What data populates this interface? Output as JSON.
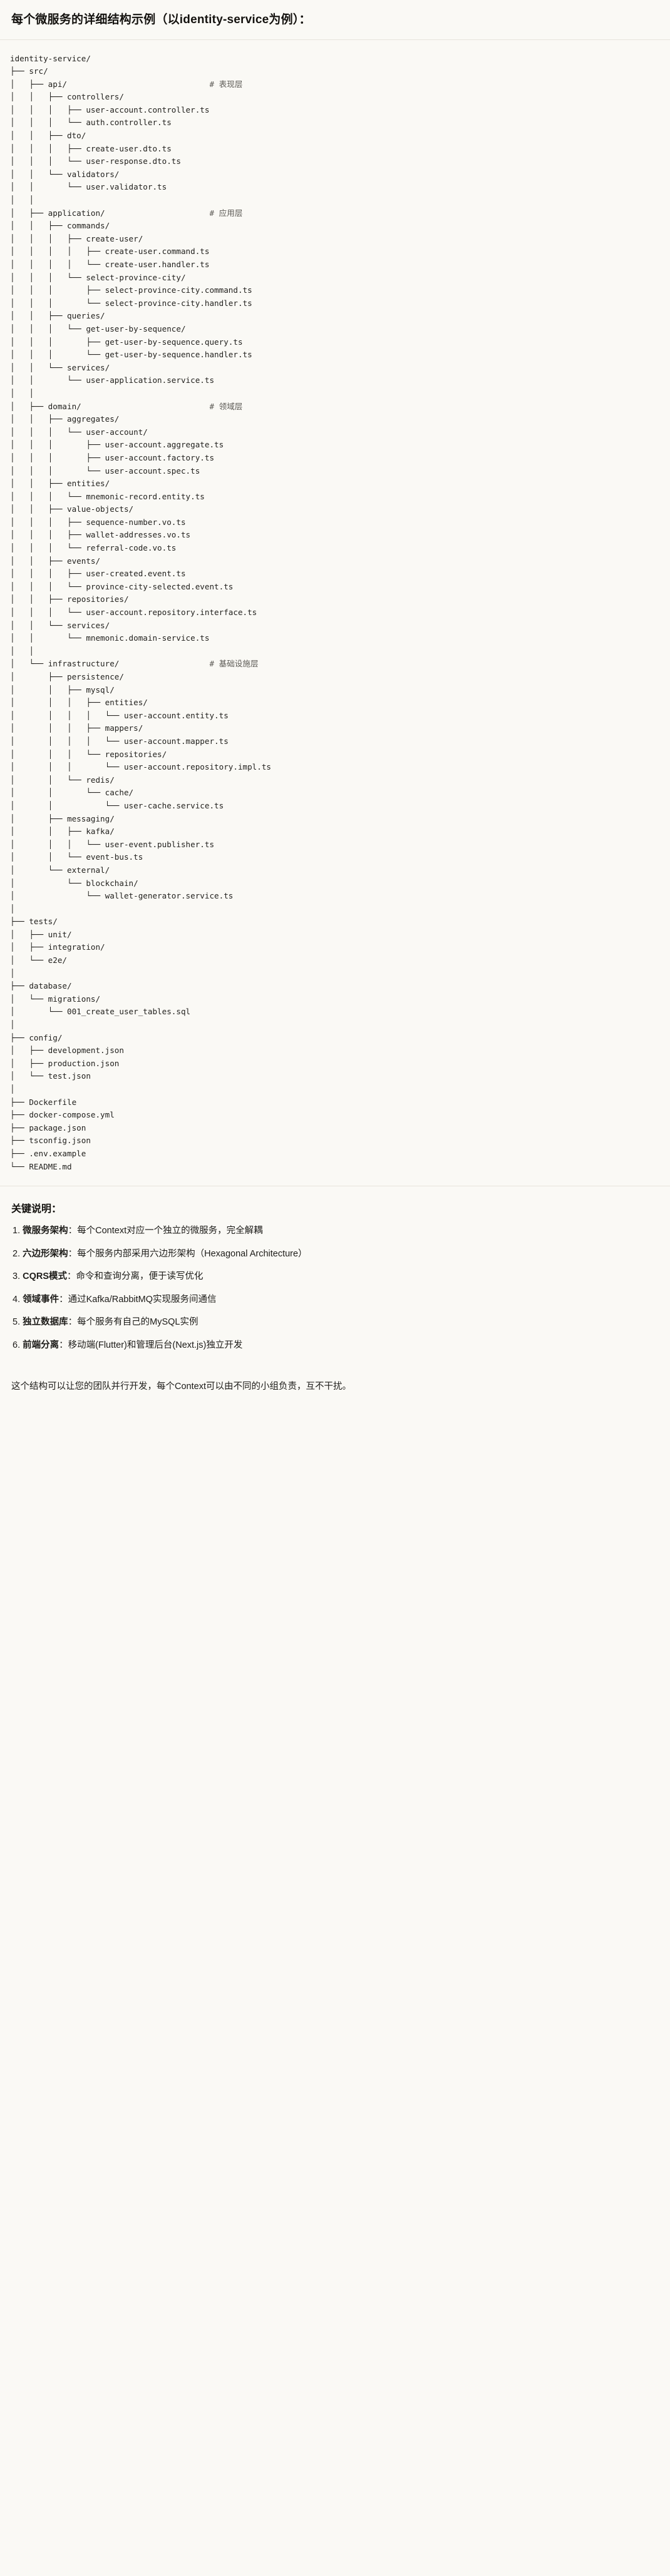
{
  "heading": "每个微服务的详细结构示例（以identity-service为例）：",
  "tree": {
    "lines": [
      {
        "text": "identity-service/",
        "comment": ""
      },
      {
        "text": "├── src/",
        "comment": ""
      },
      {
        "text": "│   ├── api/",
        "comment": "# 表现层"
      },
      {
        "text": "│   │   ├── controllers/",
        "comment": ""
      },
      {
        "text": "│   │   │   ├── user-account.controller.ts",
        "comment": ""
      },
      {
        "text": "│   │   │   └── auth.controller.ts",
        "comment": ""
      },
      {
        "text": "│   │   ├── dto/",
        "comment": ""
      },
      {
        "text": "│   │   │   ├── create-user.dto.ts",
        "comment": ""
      },
      {
        "text": "│   │   │   └── user-response.dto.ts",
        "comment": ""
      },
      {
        "text": "│   │   └── validators/",
        "comment": ""
      },
      {
        "text": "│   │       └── user.validator.ts",
        "comment": ""
      },
      {
        "text": "│   │",
        "comment": ""
      },
      {
        "text": "│   ├── application/",
        "comment": "# 应用层"
      },
      {
        "text": "│   │   ├── commands/",
        "comment": ""
      },
      {
        "text": "│   │   │   ├── create-user/",
        "comment": ""
      },
      {
        "text": "│   │   │   │   ├── create-user.command.ts",
        "comment": ""
      },
      {
        "text": "│   │   │   │   └── create-user.handler.ts",
        "comment": ""
      },
      {
        "text": "│   │   │   └── select-province-city/",
        "comment": ""
      },
      {
        "text": "│   │   │       ├── select-province-city.command.ts",
        "comment": ""
      },
      {
        "text": "│   │   │       └── select-province-city.handler.ts",
        "comment": ""
      },
      {
        "text": "│   │   ├── queries/",
        "comment": ""
      },
      {
        "text": "│   │   │   └── get-user-by-sequence/",
        "comment": ""
      },
      {
        "text": "│   │   │       ├── get-user-by-sequence.query.ts",
        "comment": ""
      },
      {
        "text": "│   │   │       └── get-user-by-sequence.handler.ts",
        "comment": ""
      },
      {
        "text": "│   │   └── services/",
        "comment": ""
      },
      {
        "text": "│   │       └── user-application.service.ts",
        "comment": ""
      },
      {
        "text": "│   │",
        "comment": ""
      },
      {
        "text": "│   ├── domain/",
        "comment": "# 领域层"
      },
      {
        "text": "│   │   ├── aggregates/",
        "comment": ""
      },
      {
        "text": "│   │   │   └── user-account/",
        "comment": ""
      },
      {
        "text": "│   │   │       ├── user-account.aggregate.ts",
        "comment": ""
      },
      {
        "text": "│   │   │       ├── user-account.factory.ts",
        "comment": ""
      },
      {
        "text": "│   │   │       └── user-account.spec.ts",
        "comment": ""
      },
      {
        "text": "│   │   ├── entities/",
        "comment": ""
      },
      {
        "text": "│   │   │   └── mnemonic-record.entity.ts",
        "comment": ""
      },
      {
        "text": "│   │   ├── value-objects/",
        "comment": ""
      },
      {
        "text": "│   │   │   ├── sequence-number.vo.ts",
        "comment": ""
      },
      {
        "text": "│   │   │   ├── wallet-addresses.vo.ts",
        "comment": ""
      },
      {
        "text": "│   │   │   └── referral-code.vo.ts",
        "comment": ""
      },
      {
        "text": "│   │   ├── events/",
        "comment": ""
      },
      {
        "text": "│   │   │   ├── user-created.event.ts",
        "comment": ""
      },
      {
        "text": "│   │   │   └── province-city-selected.event.ts",
        "comment": ""
      },
      {
        "text": "│   │   ├── repositories/",
        "comment": ""
      },
      {
        "text": "│   │   │   └── user-account.repository.interface.ts",
        "comment": ""
      },
      {
        "text": "│   │   └── services/",
        "comment": ""
      },
      {
        "text": "│   │       └── mnemonic.domain-service.ts",
        "comment": ""
      },
      {
        "text": "│   │",
        "comment": ""
      },
      {
        "text": "│   └── infrastructure/",
        "comment": "# 基础设施层"
      },
      {
        "text": "│       ├── persistence/",
        "comment": ""
      },
      {
        "text": "│       │   ├── mysql/",
        "comment": ""
      },
      {
        "text": "│       │   │   ├── entities/",
        "comment": ""
      },
      {
        "text": "│       │   │   │   └── user-account.entity.ts",
        "comment": ""
      },
      {
        "text": "│       │   │   ├── mappers/",
        "comment": ""
      },
      {
        "text": "│       │   │   │   └── user-account.mapper.ts",
        "comment": ""
      },
      {
        "text": "│       │   │   └── repositories/",
        "comment": ""
      },
      {
        "text": "│       │   │       └── user-account.repository.impl.ts",
        "comment": ""
      },
      {
        "text": "│       │   └── redis/",
        "comment": ""
      },
      {
        "text": "│       │       └── cache/",
        "comment": ""
      },
      {
        "text": "│       │           └── user-cache.service.ts",
        "comment": ""
      },
      {
        "text": "│       ├── messaging/",
        "comment": ""
      },
      {
        "text": "│       │   ├── kafka/",
        "comment": ""
      },
      {
        "text": "│       │   │   └── user-event.publisher.ts",
        "comment": ""
      },
      {
        "text": "│       │   └── event-bus.ts",
        "comment": ""
      },
      {
        "text": "│       └── external/",
        "comment": ""
      },
      {
        "text": "│           └── blockchain/",
        "comment": ""
      },
      {
        "text": "│               └── wallet-generator.service.ts",
        "comment": ""
      },
      {
        "text": "│",
        "comment": ""
      },
      {
        "text": "├── tests/",
        "comment": ""
      },
      {
        "text": "│   ├── unit/",
        "comment": ""
      },
      {
        "text": "│   ├── integration/",
        "comment": ""
      },
      {
        "text": "│   └── e2e/",
        "comment": ""
      },
      {
        "text": "│",
        "comment": ""
      },
      {
        "text": "├── database/",
        "comment": ""
      },
      {
        "text": "│   └── migrations/",
        "comment": ""
      },
      {
        "text": "│       └── 001_create_user_tables.sql",
        "comment": ""
      },
      {
        "text": "│",
        "comment": ""
      },
      {
        "text": "├── config/",
        "comment": ""
      },
      {
        "text": "│   ├── development.json",
        "comment": ""
      },
      {
        "text": "│   ├── production.json",
        "comment": ""
      },
      {
        "text": "│   └── test.json",
        "comment": ""
      },
      {
        "text": "│",
        "comment": ""
      },
      {
        "text": "├── Dockerfile",
        "comment": ""
      },
      {
        "text": "├── docker-compose.yml",
        "comment": ""
      },
      {
        "text": "├── package.json",
        "comment": ""
      },
      {
        "text": "├── tsconfig.json",
        "comment": ""
      },
      {
        "text": "├── .env.example",
        "comment": ""
      },
      {
        "text": "└── README.md",
        "comment": ""
      }
    ]
  },
  "notes": {
    "title": "关键说明：",
    "items": [
      {
        "key": "微服务架构",
        "body": "：每个Context对应一个独立的微服务，完全解耦"
      },
      {
        "key": "六边形架构",
        "body": "：每个服务内部采用六边形架构（Hexagonal Architecture）"
      },
      {
        "key": "CQRS模式",
        "body": "：命令和查询分离，便于读写优化"
      },
      {
        "key": "领域事件",
        "body": "：通过Kafka/RabbitMQ实现服务间通信"
      },
      {
        "key": "独立数据库",
        "body": "：每个服务有自己的MySQL实例"
      },
      {
        "key": "前端分离",
        "body": "：移动端(Flutter)和管理后台(Next.js)独立开发"
      }
    ],
    "closing": "这个结构可以让您的团队并行开发，每个Context可以由不同的小组负责，互不干扰。"
  },
  "colors": {
    "background": "#faf9f5",
    "text": "#1a1a18",
    "comment": "#5c5a55",
    "rule": "#e7e4dc"
  }
}
